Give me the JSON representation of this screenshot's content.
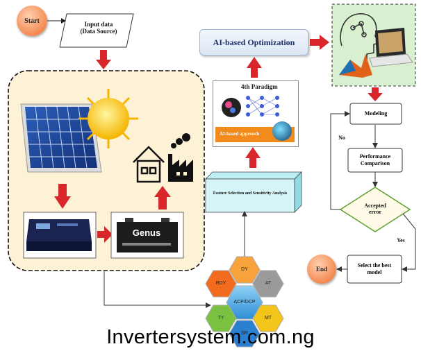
{
  "flow": {
    "start": "Start",
    "input_data": "Input data",
    "data_source": "(Data Source)",
    "feature_selection": "Feature Selection and Sensitivity Analysis",
    "ai_optimization": "AI-based Optimization",
    "paradigm_title": "4th Paradigm",
    "ai_approach": "AI-based approach",
    "modeling": "Modeling",
    "performance": "Performance",
    "comparison": "Comparison",
    "accepted": "Accepted",
    "error": "error",
    "no": "No",
    "yes": "Yes",
    "select_best": "Select the best",
    "model": "model",
    "end": "End"
  },
  "equipment": {
    "battery_brand": "Genus"
  },
  "hexagons": [
    "DY",
    "RDY",
    "AT",
    "ACP/DCP",
    "TY",
    "MT",
    "SR"
  ],
  "watermark": "Invertersystem.com.ng",
  "colors": {
    "arrow_red": "#d8262a",
    "panel_fill": "#fdf2d6",
    "green_box": "#d8f0cf",
    "orange_circle": "#f48a52",
    "feature_box": "#d5f5f9"
  }
}
